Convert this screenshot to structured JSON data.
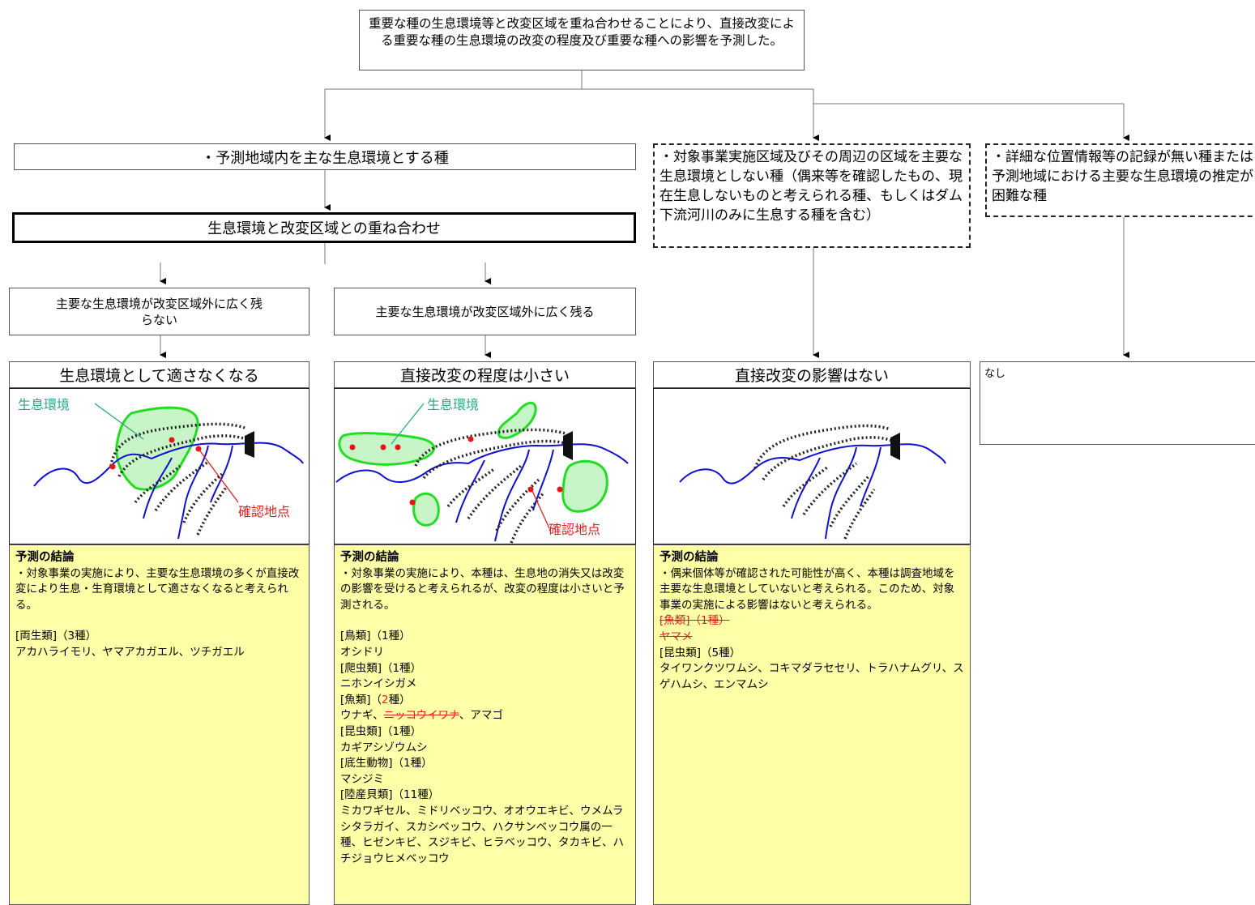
{
  "top_box": "重要な種の生息環境等と改変区域を重ね合わせることにより、直接改変による重要な種の生息環境の改変の程度及び重要な種への影響を予測した。",
  "branch_main": "・予測地域内を主な生息環境とする種",
  "overlay": "生息環境と改変区域との重ね合わせ",
  "branch_outside": "・対象事業実施区域及びその周辺の区域を主要な生息環境としない種（偶来等を確認したもの、現在生息しないものと考えられる種、もしくはダム下流河川のみに生息する種を含む）",
  "branch_unknown": "・詳細な位置情報等の記録が無い種または予測地域における主要な生息環境の推定が困難な種",
  "cond_a": "主要な生息環境が改変区域外に広く残らない",
  "cond_b": "主要な生息環境が改変区域外に広く残る",
  "col1": {
    "header": "生息環境として適さなくなる",
    "label_habitat": "生息環境",
    "label_point": "確認地点",
    "conclusion_title": "予測の結論",
    "conclusion": "・対象事業の実施により、主要な生息環境の多くが直接改変により生息・生育環境として適さなくなると考えられる。",
    "g1": "[両生類]（3種）",
    "g1_species": "アカハライモリ、ヤマアカガエル、ツチガエル"
  },
  "col2": {
    "header": "直接改変の程度は小さい",
    "label_habitat": "生息環境",
    "label_point": "確認地点",
    "conclusion_title": "予測の結論",
    "conclusion": "・対象事業の実施により、本種は、生息地の消失又は改変の影響を受けると考えられるが、改変の程度は小さいと予測される。",
    "g1": "[鳥類]（1種）",
    "g1_species": "オシドリ",
    "g2": "[爬虫類]（1種）",
    "g2_species": "ニホンイシガメ",
    "g3_pre": "[魚類]（",
    "g3_num": "2",
    "g3_post": "種）",
    "g3_sp1": "ウナギ、",
    "g3_struck": "ニッコウイワナ",
    "g3_sp2": "、アマゴ",
    "g4": "[昆虫類]（1種）",
    "g4_species": "カギアシゾウムシ",
    "g5": "[底生動物]（1種）",
    "g5_species": "マシジミ",
    "g6": "[陸産貝類]（11種）",
    "g6_species": "ミカワギセル、ミドリベッコウ、オオウエキビ、ウメムラシタラガイ、スカシベッコウ、ハクサンベッコウ属の一種、ヒゼンキビ、スジキビ、ヒラベッコウ、タカキビ、ハチジョウヒメベッコウ"
  },
  "col3": {
    "header": "直接改変の影響はない",
    "conclusion_title": "予測の結論",
    "conclusion": "・偶来個体等が確認された可能性が高く、本種は調査地域を主要な生息環境としていないと考えられる。このため、対象事業の実施による影響はないと考えられる。",
    "g0_struck": "[魚類]（1種）",
    "g0_species_struck": "ヤマメ",
    "g1": "[昆虫類]（5種）",
    "g1_species": "タイワンクツワムシ、コキマダラセセリ、トラハナムグリ、スゲハムシ、エンマムシ"
  },
  "col4": {
    "text": "なし"
  },
  "colors": {
    "river": "#1010d0",
    "habitat_fill": "#c8f5c8",
    "habitat_stroke": "#22dd22",
    "point": "#ee1111",
    "result_bg": "#ffffa8",
    "label_green": "#2aa58a"
  }
}
